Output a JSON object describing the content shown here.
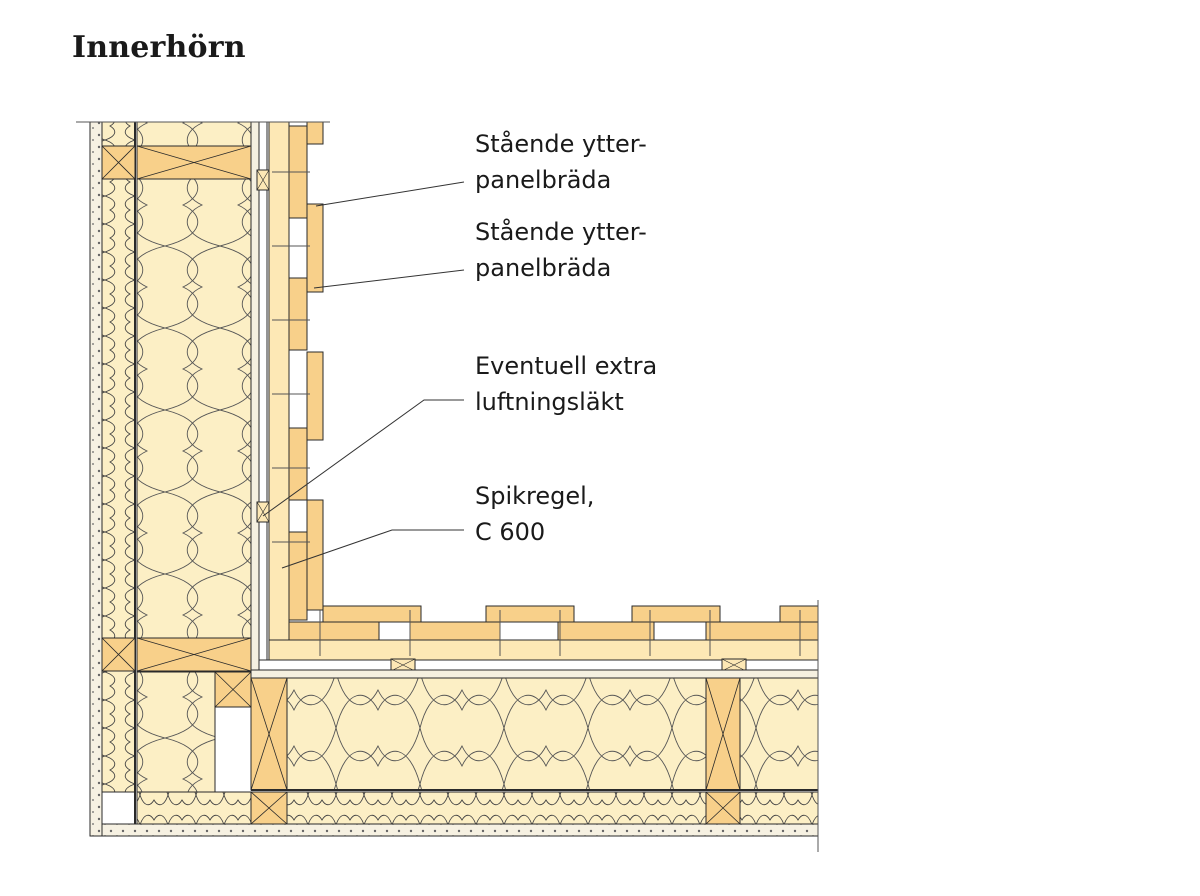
{
  "title": "Innerhörn",
  "labels": [
    {
      "line1": "Stående ytter-",
      "line2": "panelbräda"
    },
    {
      "line1": "Stående ytter-",
      "line2": "panelbräda"
    },
    {
      "line1": "Eventuell extra",
      "line2": "luftningsläkt"
    },
    {
      "line1": "Spikregel,",
      "line2": "C 600"
    }
  ],
  "colors": {
    "wood": "#f8d08a",
    "wood_light": "#fde8b5",
    "insulation": "#fcefc5",
    "plaster": "#f5f0e0",
    "outline": "#2a2a2a"
  }
}
